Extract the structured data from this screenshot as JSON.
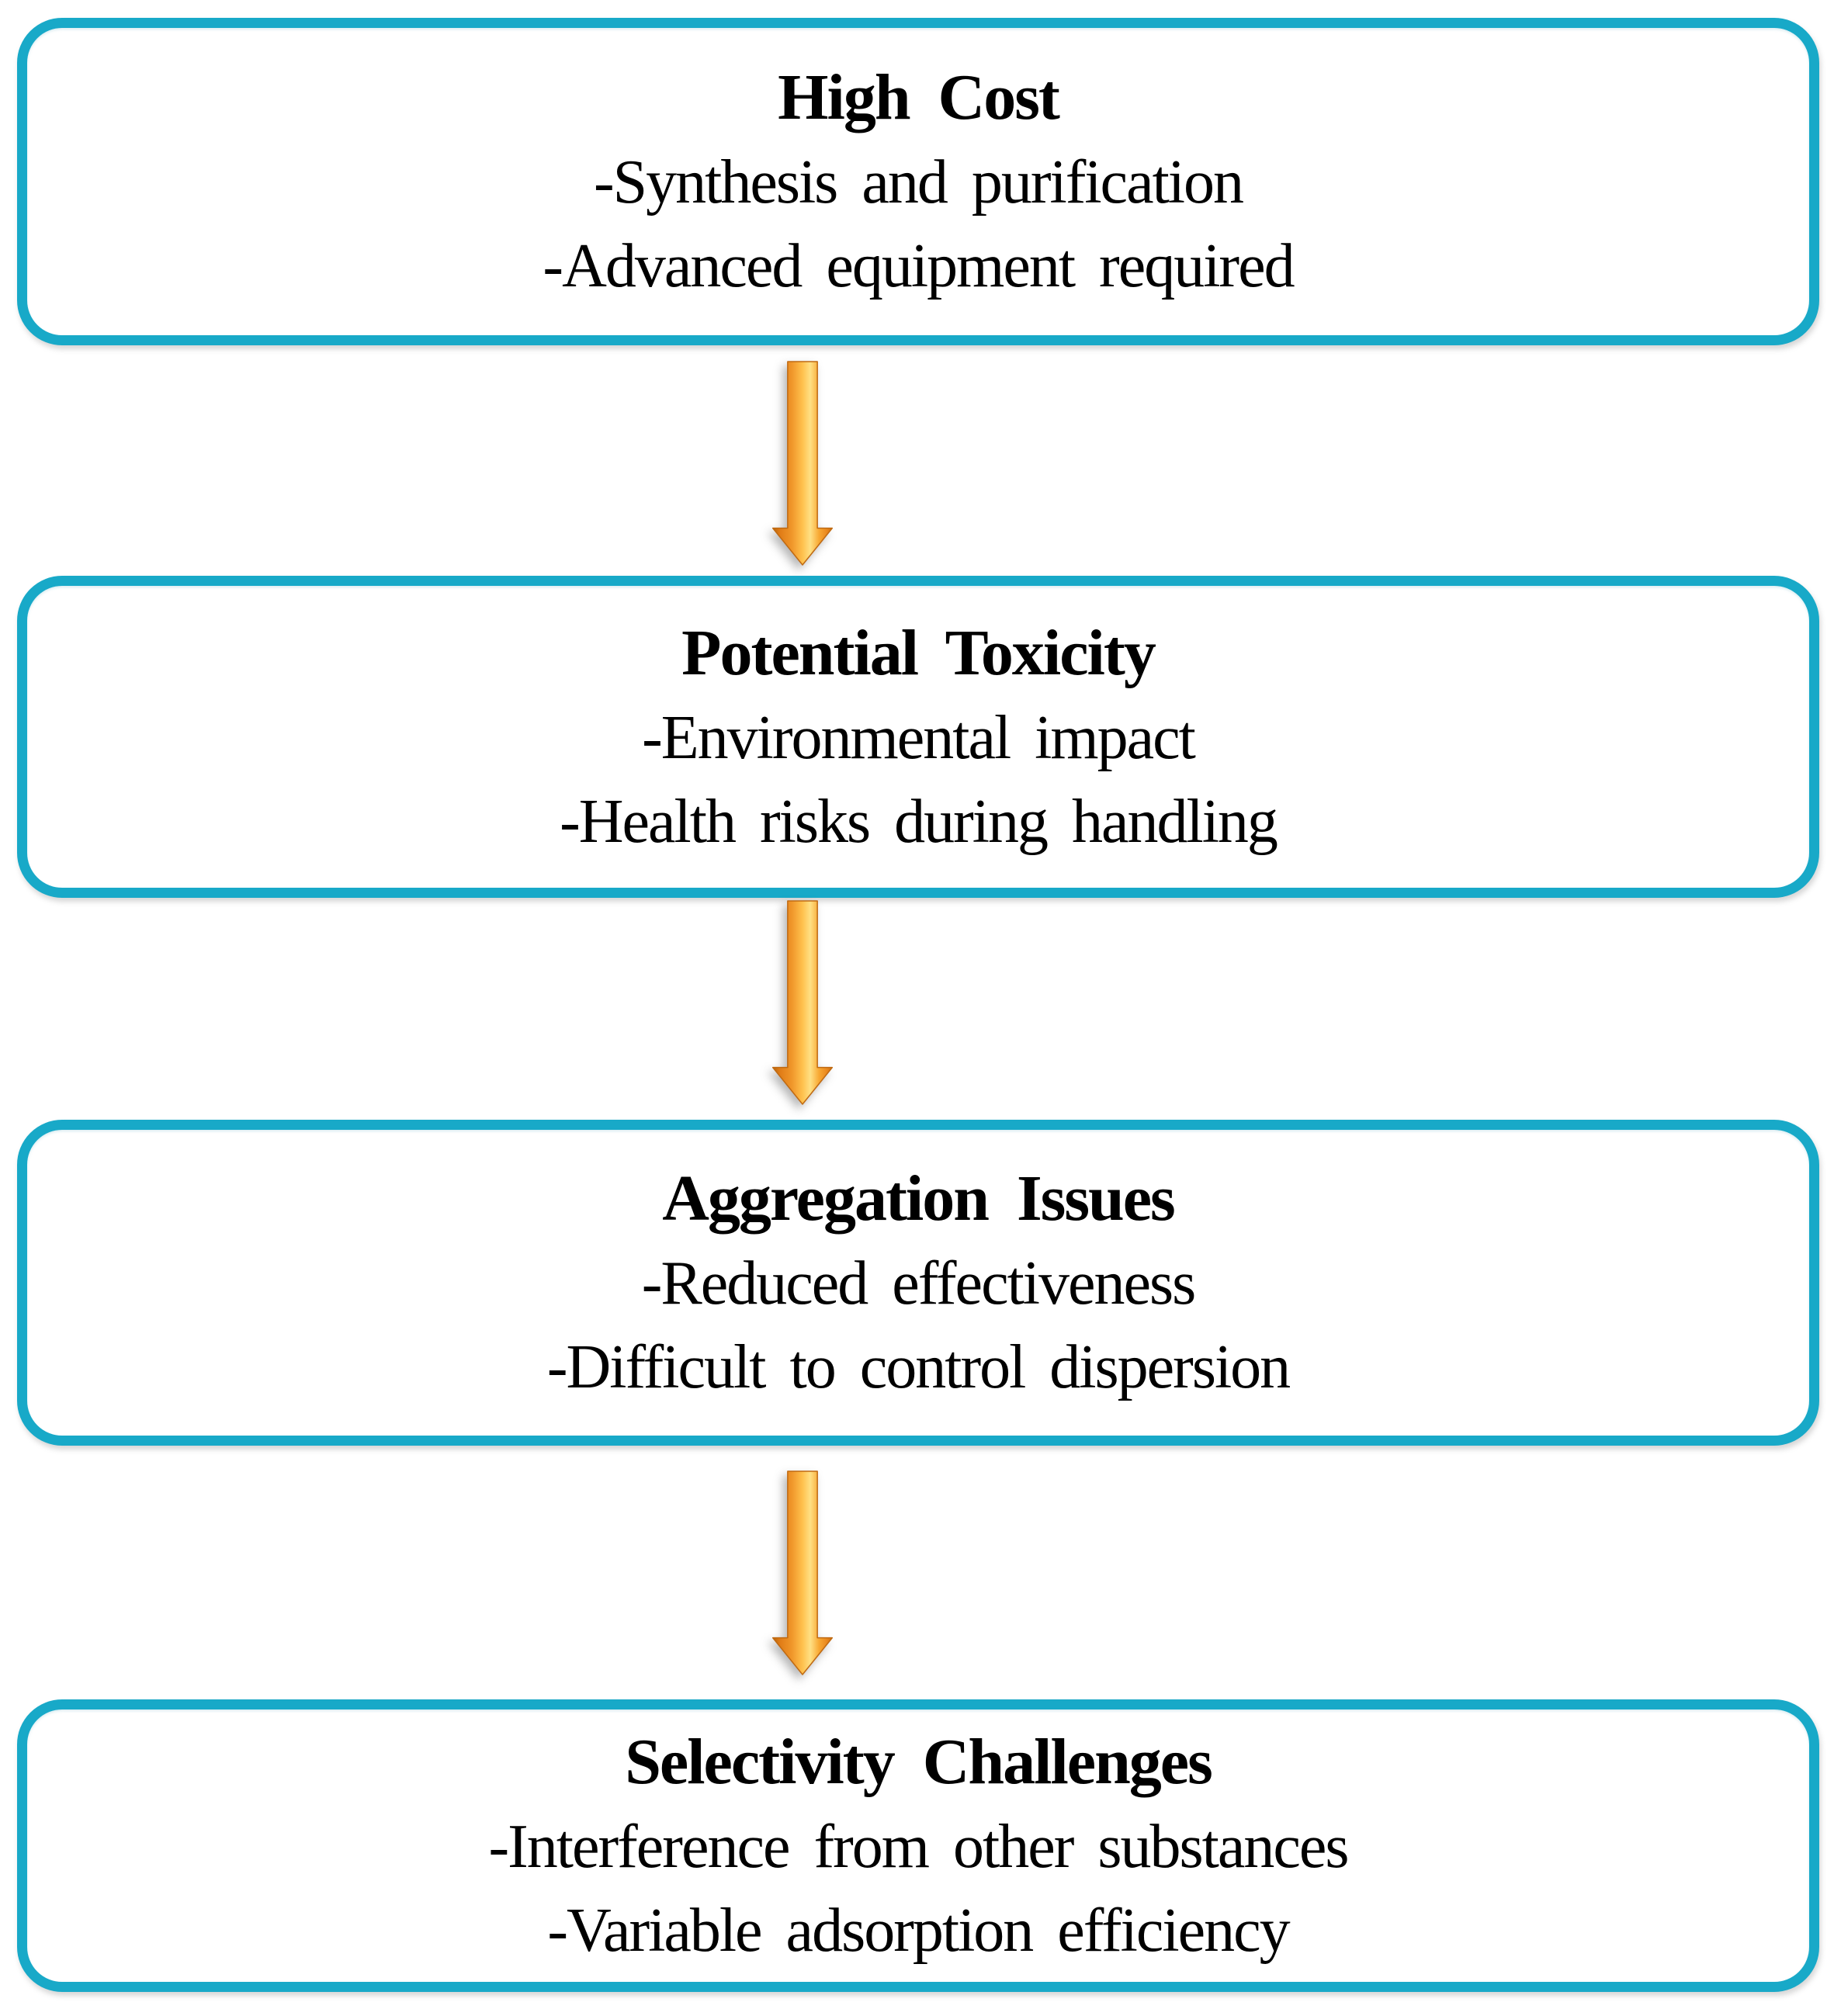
{
  "figure": {
    "type": "flowchart",
    "direction": "top-to-bottom",
    "background_color": "#FFFFFF",
    "box_border_color": "#18A9C8",
    "text_color": "#000000",
    "arrow_color": "#F59B2D",
    "arrow_highlight_color": "#FFE18C",
    "arrow_edge_color": "#C96A10"
  },
  "boxes": [
    {
      "title": "High Cost",
      "lines": [
        "-Synthesis and purification",
        "-Advanced equipment required"
      ]
    },
    {
      "title": "Potential Toxicity",
      "lines": [
        "-Environmental impact",
        "-Health risks during handling"
      ]
    },
    {
      "title": "Aggregation Issues",
      "lines": [
        "-Reduced effectiveness",
        "-Difficult to control dispersion"
      ]
    },
    {
      "title": "Selectivity Challenges",
      "lines": [
        "-Interference from other substances",
        "-Variable adsorption efficiency"
      ]
    }
  ]
}
